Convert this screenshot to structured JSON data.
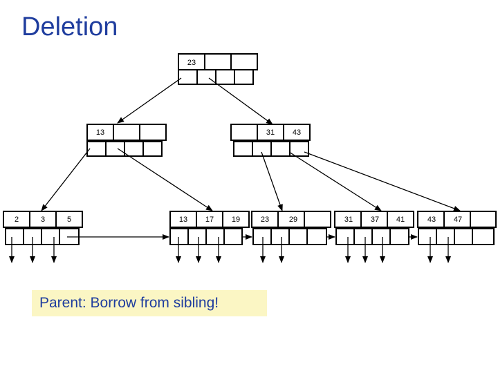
{
  "slide": {
    "title": "Deletion",
    "note": "Parent: Borrow from sibling!"
  },
  "tree": {
    "root": {
      "keys": [
        "23",
        "",
        ""
      ]
    },
    "internal": [
      {
        "keys": [
          "13",
          "",
          ""
        ]
      },
      {
        "keys": [
          "",
          "31",
          "43"
        ]
      }
    ],
    "leaves": [
      {
        "keys": [
          "2",
          "3",
          "5"
        ]
      },
      {
        "keys": [
          "13",
          "17",
          "19"
        ]
      },
      {
        "keys": [
          "23",
          "29",
          ""
        ]
      },
      {
        "keys": [
          "31",
          "37",
          "41"
        ]
      },
      {
        "keys": [
          "43",
          "47",
          ""
        ]
      }
    ]
  }
}
